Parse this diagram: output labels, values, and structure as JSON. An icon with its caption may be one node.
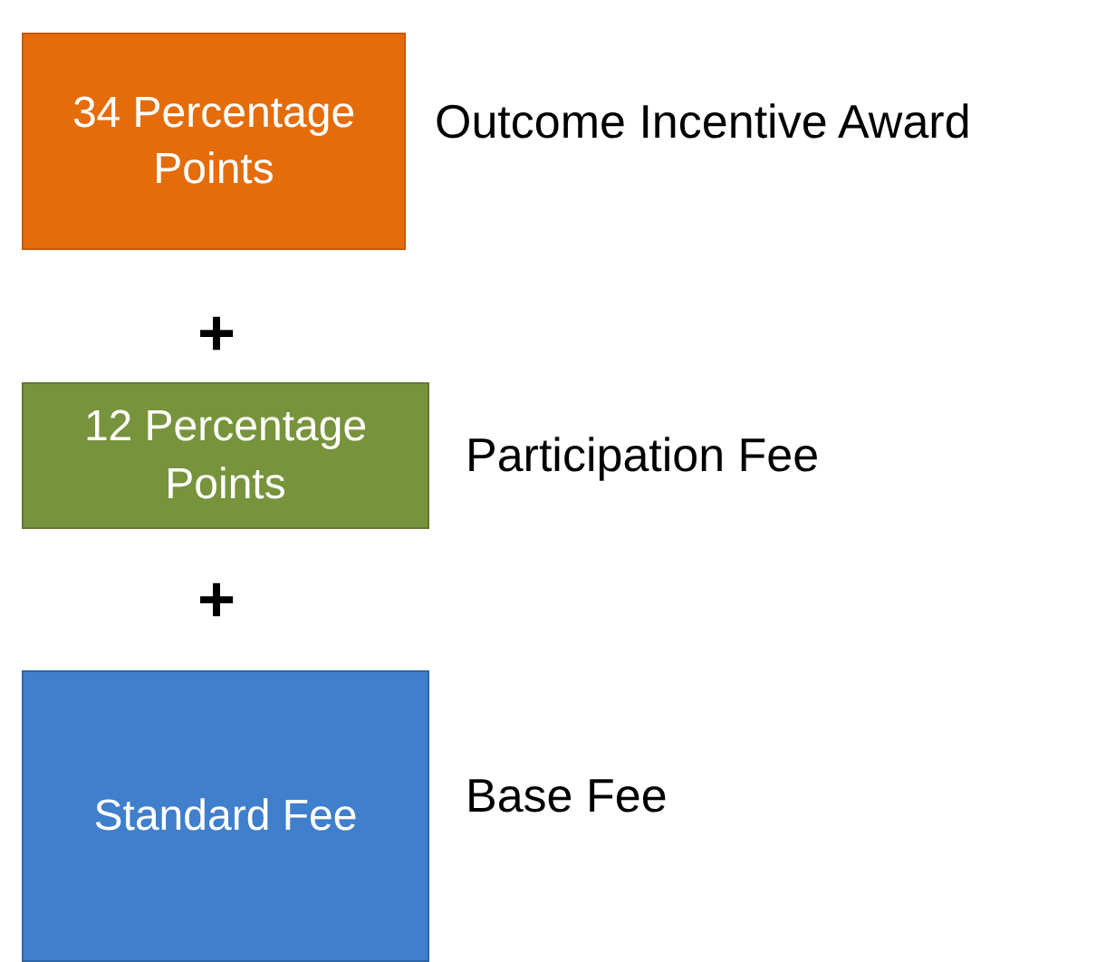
{
  "diagram": {
    "nodes": [
      {
        "text": [
          "34 Percentage Points"
        ],
        "beside": [
          "Outcome Incentive Award"
        ]
      },
      {
        "text": [
          "12 Percentage Points"
        ],
        "beside": [
          "Participation Fee"
        ]
      },
      {
        "text": [
          "Standard Fee"
        ],
        "beside": [
          "Base Fee"
        ]
      }
    ],
    "edges": [],
    "labels": [
      "+",
      "+"
    ]
  }
}
